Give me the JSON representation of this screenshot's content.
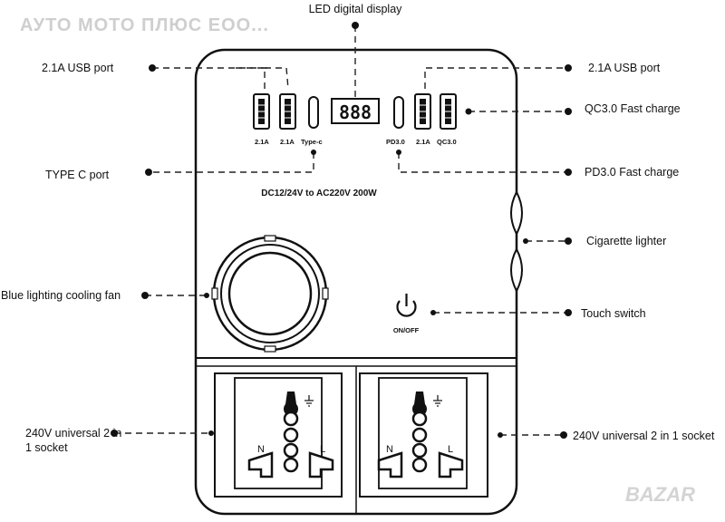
{
  "watermark": "АУТО МОТО ПЛЮС ЕОО...",
  "brand_mark": "BAZAR",
  "device": {
    "model_text": "DC12/24V to AC220V 200W",
    "display_digits": "888",
    "port_labels": {
      "usb1": "2.1A",
      "usb2": "2.1A",
      "typec": "Type-c",
      "pd": "PD3.0",
      "usb3": "2.1A",
      "qc": "QC3.0"
    },
    "switch_label": "ON/OFF",
    "socket_n": "N",
    "socket_l": "L"
  },
  "callouts": {
    "led": "LED digital display",
    "usb_left": "2.1A USB port",
    "usb_right": "2.1A USB port",
    "qc": "QC3.0 Fast charge",
    "typec": "TYPE C port",
    "pd": "PD3.0 Fast charge",
    "cig": "Cigarette lighter",
    "fan": "Blue lighting cooling fan",
    "touch": "Touch switch",
    "socket_left_1": "240V universal 2 in",
    "socket_left_2": "1 socket",
    "socket_right": "240V universal 2 in 1 socket"
  }
}
